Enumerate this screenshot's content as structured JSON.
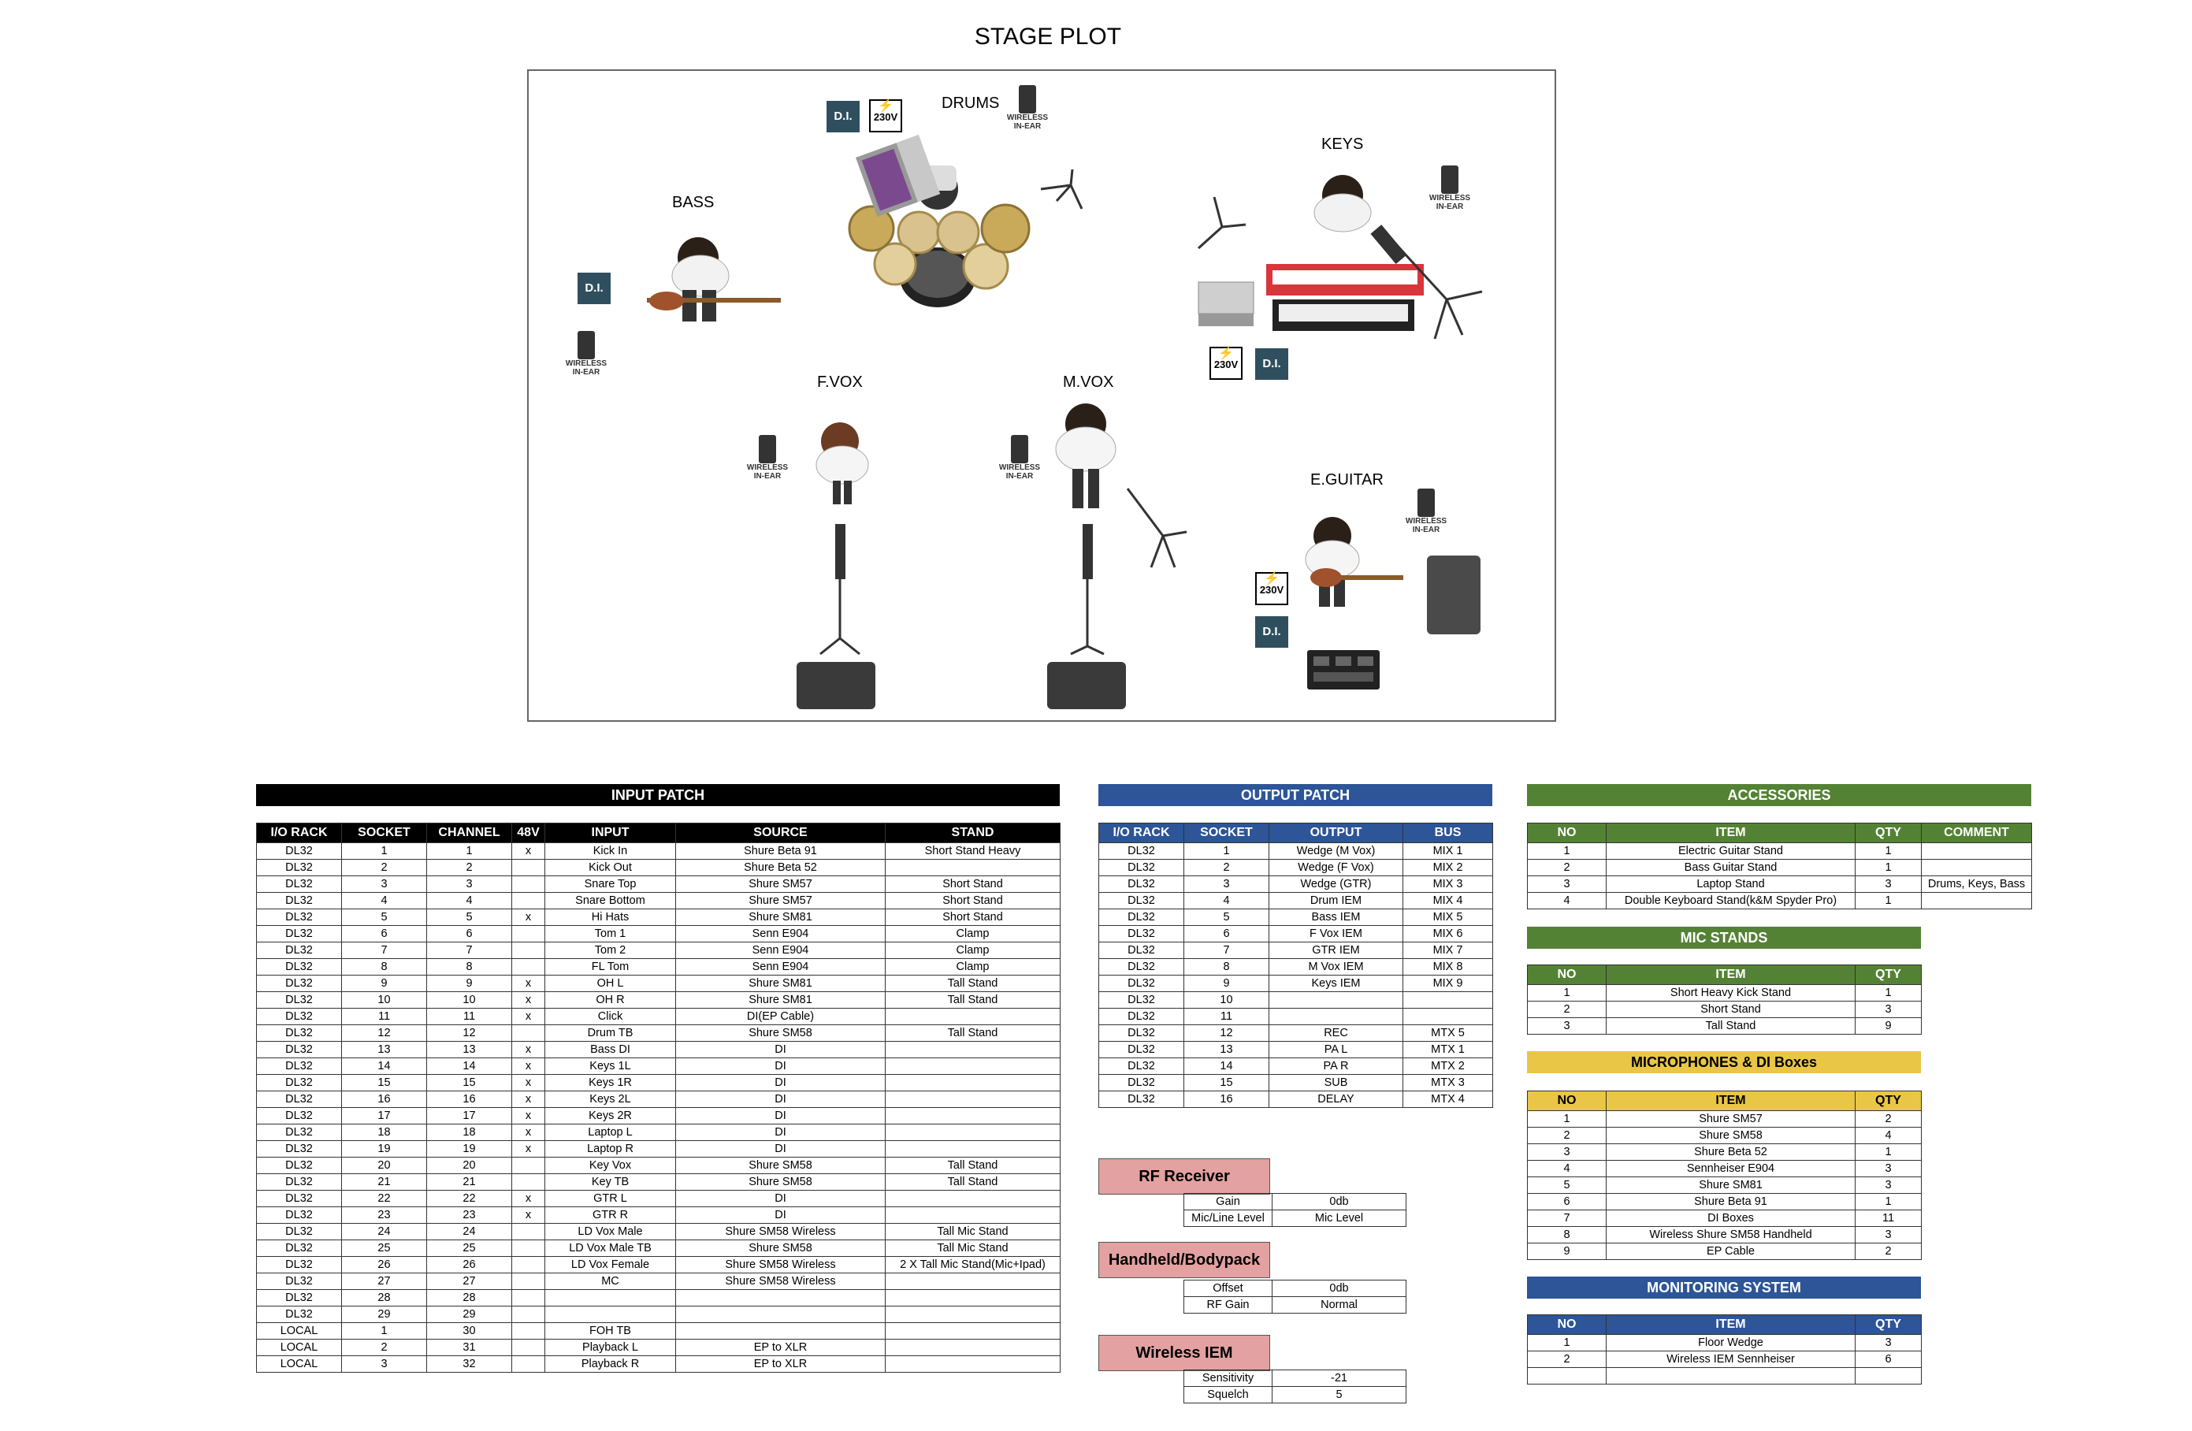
{
  "stage": {
    "title": "STAGE PLOT",
    "labels": {
      "drums": "DRUMS",
      "keys": "KEYS",
      "bass": "BASS",
      "fvox": "F.VOX",
      "mvox": "M.VOX",
      "eguitar": "E.GUITAR"
    },
    "di_label": "D.I.",
    "power_label": "230V",
    "wireless_label_1": "WIRELESS",
    "wireless_label_2": "IN-EAR"
  },
  "input_patch": {
    "title": "INPUT PATCH",
    "headers": [
      "I/O RACK",
      "SOCKET",
      "CHANNEL",
      "48V",
      "INPUT",
      "SOURCE",
      "STAND"
    ],
    "rows": [
      [
        "DL32",
        "1",
        "1",
        "x",
        "Kick In",
        "Shure Beta 91",
        "Short Stand Heavy"
      ],
      [
        "DL32",
        "2",
        "2",
        "",
        "Kick Out",
        "Shure Beta 52",
        ""
      ],
      [
        "DL32",
        "3",
        "3",
        "",
        "Snare Top",
        "Shure SM57",
        "Short Stand"
      ],
      [
        "DL32",
        "4",
        "4",
        "",
        "Snare Bottom",
        "Shure SM57",
        "Short Stand"
      ],
      [
        "DL32",
        "5",
        "5",
        "x",
        "Hi Hats",
        "Shure SM81",
        "Short Stand"
      ],
      [
        "DL32",
        "6",
        "6",
        "",
        "Tom 1",
        "Senn E904",
        "Clamp"
      ],
      [
        "DL32",
        "7",
        "7",
        "",
        "Tom 2",
        "Senn E904",
        "Clamp"
      ],
      [
        "DL32",
        "8",
        "8",
        "",
        "FL Tom",
        "Senn E904",
        "Clamp"
      ],
      [
        "DL32",
        "9",
        "9",
        "x",
        "OH L",
        "Shure SM81",
        "Tall Stand"
      ],
      [
        "DL32",
        "10",
        "10",
        "x",
        "OH R",
        "Shure SM81",
        "Tall Stand"
      ],
      [
        "DL32",
        "11",
        "11",
        "x",
        "Click",
        "DI(EP Cable)",
        ""
      ],
      [
        "DL32",
        "12",
        "12",
        "",
        "Drum TB",
        "Shure SM58",
        "Tall Stand"
      ],
      [
        "DL32",
        "13",
        "13",
        "x",
        "Bass DI",
        "DI",
        ""
      ],
      [
        "DL32",
        "14",
        "14",
        "x",
        "Keys 1L",
        "DI",
        ""
      ],
      [
        "DL32",
        "15",
        "15",
        "x",
        "Keys 1R",
        "DI",
        ""
      ],
      [
        "DL32",
        "16",
        "16",
        "x",
        "Keys 2L",
        "DI",
        ""
      ],
      [
        "DL32",
        "17",
        "17",
        "x",
        "Keys 2R",
        "DI",
        ""
      ],
      [
        "DL32",
        "18",
        "18",
        "x",
        "Laptop L",
        "DI",
        ""
      ],
      [
        "DL32",
        "19",
        "19",
        "x",
        "Laptop R",
        "DI",
        ""
      ],
      [
        "DL32",
        "20",
        "20",
        "",
        "Key Vox",
        "Shure SM58",
        "Tall Stand"
      ],
      [
        "DL32",
        "21",
        "21",
        "",
        "Key TB",
        "Shure SM58",
        "Tall Stand"
      ],
      [
        "DL32",
        "22",
        "22",
        "x",
        "GTR L",
        "DI",
        ""
      ],
      [
        "DL32",
        "23",
        "23",
        "x",
        "GTR R",
        "DI",
        ""
      ],
      [
        "DL32",
        "24",
        "24",
        "",
        "LD Vox Male",
        "Shure SM58 Wireless",
        "Tall Mic Stand"
      ],
      [
        "DL32",
        "25",
        "25",
        "",
        "LD Vox Male TB",
        "Shure SM58",
        "Tall Mic Stand"
      ],
      [
        "DL32",
        "26",
        "26",
        "",
        "LD Vox Female",
        "Shure SM58 Wireless",
        "2 X Tall Mic Stand(Mic+Ipad)"
      ],
      [
        "DL32",
        "27",
        "27",
        "",
        "MC",
        "Shure SM58 Wireless",
        ""
      ],
      [
        "DL32",
        "28",
        "28",
        "",
        "",
        "",
        ""
      ],
      [
        "DL32",
        "29",
        "29",
        "",
        "",
        "",
        ""
      ],
      [
        "LOCAL",
        "1",
        "30",
        "",
        "FOH TB",
        "",
        ""
      ],
      [
        "LOCAL",
        "2",
        "31",
        "",
        "Playback L",
        "EP to XLR",
        ""
      ],
      [
        "LOCAL",
        "3",
        "32",
        "",
        "Playback R",
        "EP to XLR",
        ""
      ]
    ]
  },
  "output_patch": {
    "title": "OUTPUT PATCH",
    "headers": [
      "I/O RACK",
      "SOCKET",
      "OUTPUT",
      "BUS"
    ],
    "rows": [
      [
        "DL32",
        "1",
        "Wedge (M Vox)",
        "MIX 1"
      ],
      [
        "DL32",
        "2",
        "Wedge (F Vox)",
        "MIX 2"
      ],
      [
        "DL32",
        "3",
        "Wedge (GTR)",
        "MIX 3"
      ],
      [
        "DL32",
        "4",
        "Drum IEM",
        "MIX 4"
      ],
      [
        "DL32",
        "5",
        "Bass IEM",
        "MIX 5"
      ],
      [
        "DL32",
        "6",
        "F Vox IEM",
        "MIX 6"
      ],
      [
        "DL32",
        "7",
        "GTR IEM",
        "MIX 7"
      ],
      [
        "DL32",
        "8",
        "M Vox IEM",
        "MIX 8"
      ],
      [
        "DL32",
        "9",
        "Keys IEM",
        "MIX 9"
      ],
      [
        "DL32",
        "10",
        "",
        ""
      ],
      [
        "DL32",
        "11",
        "",
        ""
      ],
      [
        "DL32",
        "12",
        "REC",
        "MTX 5"
      ],
      [
        "DL32",
        "13",
        "PA L",
        "MTX 1"
      ],
      [
        "DL32",
        "14",
        "PA R",
        "MTX 2"
      ],
      [
        "DL32",
        "15",
        "SUB",
        "MTX 3"
      ],
      [
        "DL32",
        "16",
        "DELAY",
        "MTX 4"
      ]
    ]
  },
  "rf_receiver": {
    "title": "RF Receiver",
    "rows": [
      [
        "Gain",
        "0db"
      ],
      [
        "Mic/Line Level",
        "Mic Level"
      ]
    ]
  },
  "handheld": {
    "title": "Handheld/Bodypack",
    "rows": [
      [
        "Offset",
        "0db"
      ],
      [
        "RF Gain",
        "Normal"
      ]
    ]
  },
  "wireless_iem": {
    "title": "Wireless IEM",
    "rows": [
      [
        "Sensitivity",
        "-21"
      ],
      [
        "Squelch",
        "5"
      ]
    ]
  },
  "accessories": {
    "title": "ACCESSORIES",
    "headers": [
      "NO",
      "ITEM",
      "QTY",
      "COMMENT"
    ],
    "rows": [
      [
        "1",
        "Electric Guitar Stand",
        "1",
        ""
      ],
      [
        "2",
        "Bass Guitar Stand",
        "1",
        ""
      ],
      [
        "3",
        "Laptop Stand",
        "3",
        "Drums, Keys, Bass"
      ],
      [
        "4",
        "Double Keyboard Stand(k&M Spyder Pro)",
        "1",
        ""
      ]
    ]
  },
  "mic_stands": {
    "title": "MIC STANDS",
    "headers": [
      "NO",
      "ITEM",
      "QTY"
    ],
    "rows": [
      [
        "1",
        "Short Heavy Kick Stand",
        "1"
      ],
      [
        "2",
        "Short Stand",
        "3"
      ],
      [
        "3",
        "Tall Stand",
        "9"
      ]
    ]
  },
  "microphones": {
    "title": "MICROPHONES & DI Boxes",
    "headers": [
      "NO",
      "ITEM",
      "QTY"
    ],
    "rows": [
      [
        "1",
        "Shure SM57",
        "2"
      ],
      [
        "2",
        "Shure SM58",
        "4"
      ],
      [
        "3",
        "Shure Beta 52",
        "1"
      ],
      [
        "4",
        "Sennheiser E904",
        "3"
      ],
      [
        "5",
        "Shure SM81",
        "3"
      ],
      [
        "6",
        "Shure Beta 91",
        "1"
      ],
      [
        "7",
        "DI Boxes",
        "11"
      ],
      [
        "8",
        "Wireless Shure SM58 Handheld",
        "3"
      ],
      [
        "9",
        "EP Cable",
        "2"
      ]
    ]
  },
  "monitoring": {
    "title": "MONITORING SYSTEM",
    "headers": [
      "NO",
      "ITEM",
      "QTY"
    ],
    "rows": [
      [
        "1",
        "Floor Wedge",
        "3"
      ],
      [
        "2",
        "Wireless IEM Sennheiser",
        "6"
      ],
      [
        "",
        "",
        ""
      ]
    ]
  },
  "colors": {
    "input": "#000000",
    "output": "#2d5597",
    "accessories": "#548235",
    "mic": "#e9c646",
    "monitoring": "#2d5597",
    "rf": "#e3a1a1"
  }
}
